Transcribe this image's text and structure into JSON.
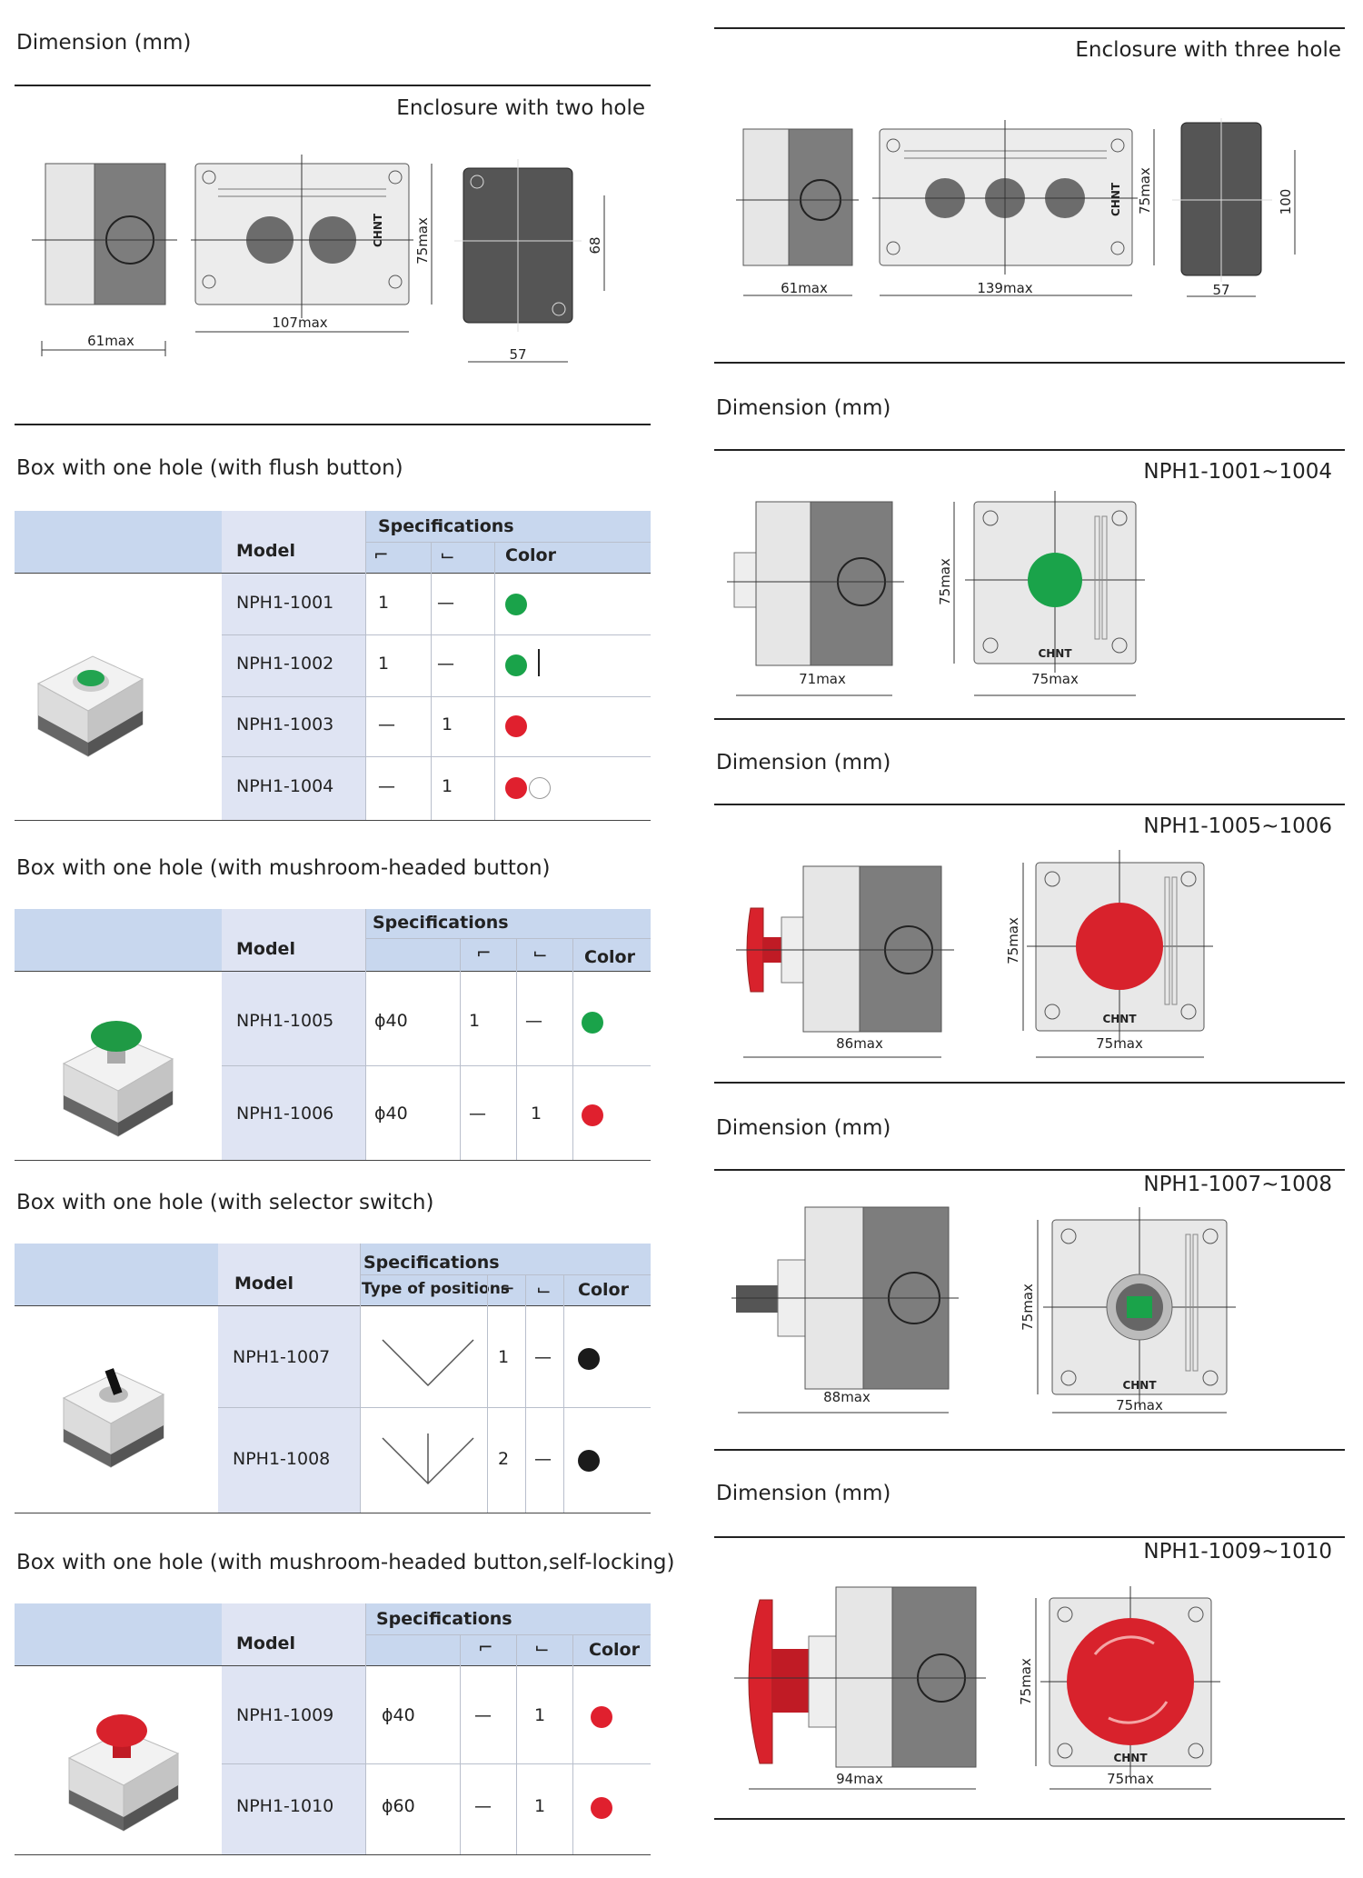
{
  "left": {
    "dim_label": "Dimension (mm)",
    "two_hole_title": "Enclosure with two hole",
    "two_hole_dims": {
      "side_w": "61max",
      "front_w": "107max",
      "h": "75max",
      "back_w": "57",
      "back_h": "68"
    },
    "sections": [
      {
        "title": "Box with one hole (with flush button)",
        "header": {
          "spec": "Specifications",
          "model": "Model",
          "color": "Color"
        },
        "rows": [
          {
            "model": "NPH1-1001",
            "no": "1",
            "nc": "—"
          },
          {
            "model": "NPH1-1002",
            "no": "1",
            "nc": "—"
          },
          {
            "model": "NPH1-1003",
            "no": "—",
            "nc": "1"
          },
          {
            "model": "NPH1-1004",
            "no": "—",
            "nc": "1"
          }
        ]
      },
      {
        "title": "Box with one hole (with mushroom-headed button)",
        "header": {
          "spec": "Specifications",
          "model": "Model",
          "color": "Color"
        },
        "rows": [
          {
            "model": "NPH1-1005",
            "dia": "ϕ40",
            "no": "1",
            "nc": "—"
          },
          {
            "model": "NPH1-1006",
            "dia": "ϕ40",
            "no": "—",
            "nc": "1"
          }
        ]
      },
      {
        "title": "Box with one hole (with selector switch)",
        "header": {
          "spec": "Specifications",
          "model": "Model",
          "type": "Type of positions",
          "color": "Color"
        },
        "rows": [
          {
            "model": "NPH1-1007",
            "no": "1",
            "nc": "—"
          },
          {
            "model": "NPH1-1008",
            "no": "2",
            "nc": "—"
          }
        ]
      },
      {
        "title": "Box with one hole (with mushroom-headed button,self-locking)",
        "header": {
          "spec": "Specifications",
          "model": "Model",
          "color": "Color"
        },
        "rows": [
          {
            "model": "NPH1-1009",
            "dia": "ϕ40",
            "no": "—",
            "nc": "1"
          },
          {
            "model": "NPH1-1010",
            "dia": "ϕ60",
            "no": "—",
            "nc": "1"
          }
        ]
      }
    ]
  },
  "right": {
    "three_hole_title": "Enclosure with three hole",
    "three_hole_dims": {
      "side_w": "61max",
      "front_w": "139max",
      "h": "75max",
      "back_w": "57",
      "back_h": "100"
    },
    "dim_label": "Dimension (mm)",
    "blocks": [
      {
        "model_range": "NPH1-1001~1004",
        "side_w": "71max",
        "h": "75max",
        "front_w": "75max",
        "brand": "CHNT"
      },
      {
        "model_range": "NPH1-1005~1006",
        "side_w": "86max",
        "h": "75max",
        "front_w": "75max",
        "brand": "CHNT"
      },
      {
        "model_range": "NPH1-1007~1008",
        "side_w": "88max",
        "h": "75max",
        "front_w": "75max",
        "brand": "CHNT"
      },
      {
        "model_range": "NPH1-1009~1010",
        "side_w": "94max",
        "h": "75max",
        "front_w": "75max",
        "brand": "CHNT"
      }
    ]
  },
  "colors": {
    "green": "#1aa34a",
    "red": "#e0202e",
    "black": "#1b1b1b",
    "header_blue": "#c8d7ee",
    "model_bg": "#dfe4f3"
  }
}
